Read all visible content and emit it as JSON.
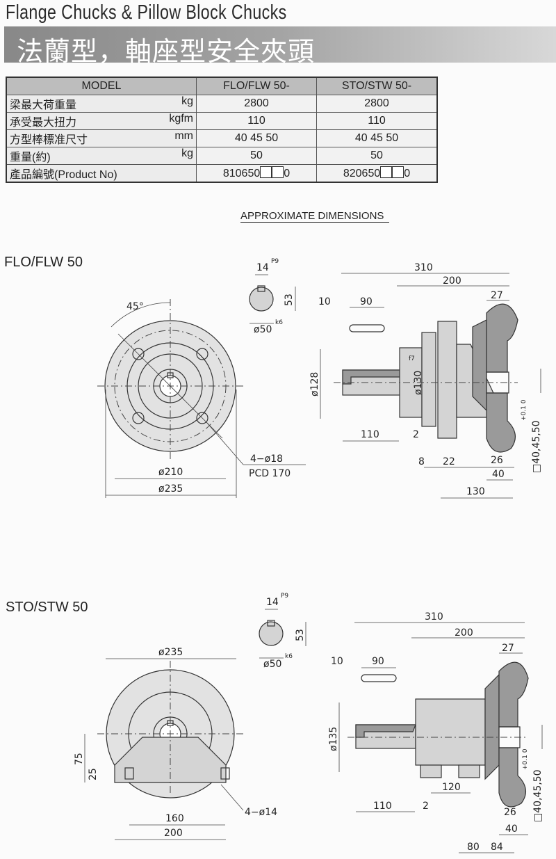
{
  "header": {
    "title": "Flange Chucks & Pillow Block Chucks",
    "subtitle": "法蘭型，軸座型安全夾頭"
  },
  "table": {
    "columns": [
      "MODEL",
      "FLO/FLW 50-",
      "STO/STW 50-"
    ],
    "rows": [
      {
        "label": "梁最大荷重量",
        "unit": "kg",
        "values": [
          "2800",
          "2800"
        ]
      },
      {
        "label": "承受最大扭力",
        "unit": "kgfm",
        "values": [
          "110",
          "110"
        ]
      },
      {
        "label": "方型棒標准尺寸",
        "unit": "mm",
        "values": [
          "40 45 50",
          "40 45 50"
        ]
      },
      {
        "label": "重量(約)",
        "unit": "kg",
        "values": [
          "50",
          "50"
        ]
      },
      {
        "label": "產品編號(Product No)",
        "unit": "",
        "values": [
          "810650",
          "820650"
        ],
        "suffix": "0"
      }
    ]
  },
  "approx_label": "APPROXIMATE DIMENSIONS",
  "flo": {
    "name": "FLO/FLW 50",
    "front": {
      "angle": "45°",
      "d210": "ø210",
      "d235": "ø235",
      "holes": "4−ø18",
      "pcd": "PCD 170"
    },
    "key": {
      "w": "14",
      "tol": "P9",
      "h": "53",
      "d": "ø50",
      "dtol": "k6"
    },
    "side": {
      "l310": "310",
      "l200": "200",
      "l10": "10",
      "l90": "90",
      "l27": "27",
      "d128": "ø128",
      "d130": "ø130",
      "d130tol": "f7",
      "l110": "110",
      "l2": "2",
      "l8": "8",
      "l22": "22",
      "l26": "26",
      "l40": "40",
      "l130": "130",
      "sq": "□40,45,50",
      "sqtol": "+0.1 0"
    }
  },
  "sto": {
    "name": "STO/STW 50",
    "front": {
      "d235": "ø235",
      "h75": "75",
      "h25": "25",
      "w160": "160",
      "w200": "200",
      "holes": "4−ø14"
    },
    "key": {
      "w": "14",
      "tol": "P9",
      "h": "53",
      "d": "ø50",
      "dtol": "k6"
    },
    "side": {
      "l310": "310",
      "l200": "200",
      "l10": "10",
      "l90": "90",
      "l27": "27",
      "d135": "ø135",
      "l120": "120",
      "l110": "110",
      "l2": "2",
      "l26": "26",
      "l40": "40",
      "l80": "80",
      "l84": "84",
      "sq": "□40,45,50",
      "sqtol": "+0.1 0"
    }
  }
}
